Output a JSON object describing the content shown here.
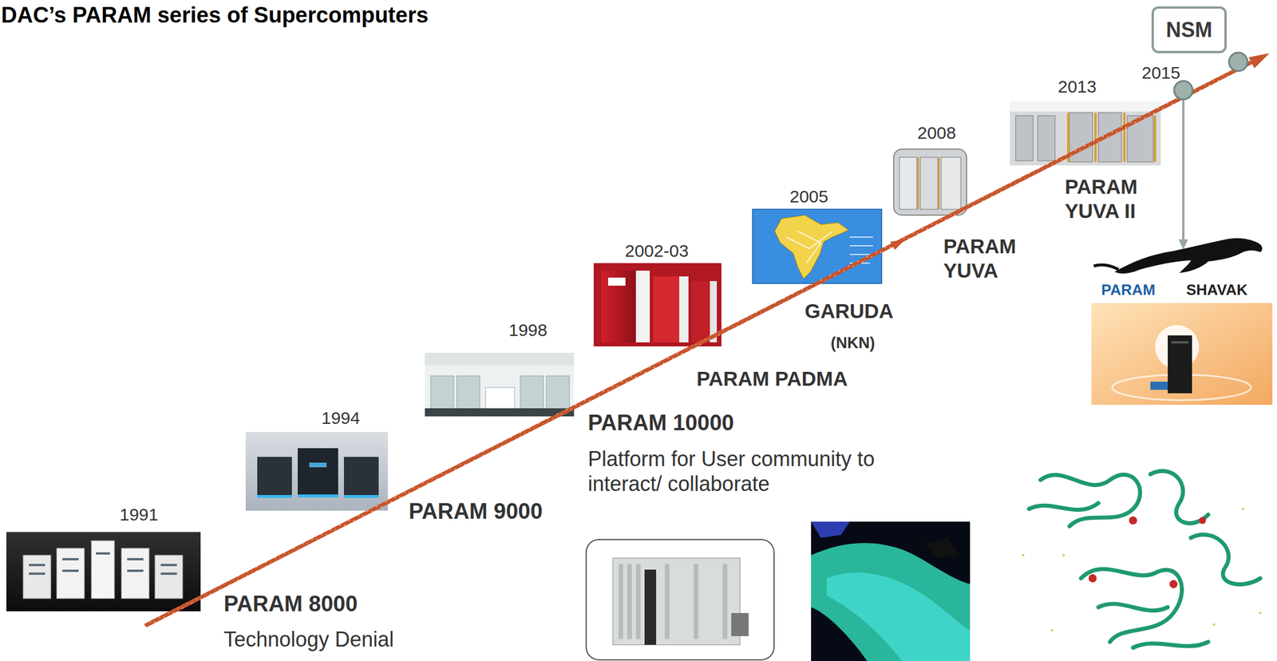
{
  "diagram": {
    "title": "DAC’s PARAM series of Supercomputers",
    "nodes": [
      {
        "text": [
          "NSM"
        ]
      }
    ],
    "labels": [
      "1991",
      "PARAM 8000",
      "Technology Denial",
      "1994",
      "PARAM 9000",
      "1998",
      "PARAM 10000",
      "Platform for User community to interact/ collaborate",
      "2002-03",
      "PARAM PADMA",
      "2005",
      "GARUDA",
      "(NKN)",
      "2008",
      "PARAM YUVA",
      "2013",
      "PARAM YUVA II",
      "2015",
      "PARAM",
      "SHAVAK"
    ]
  }
}
